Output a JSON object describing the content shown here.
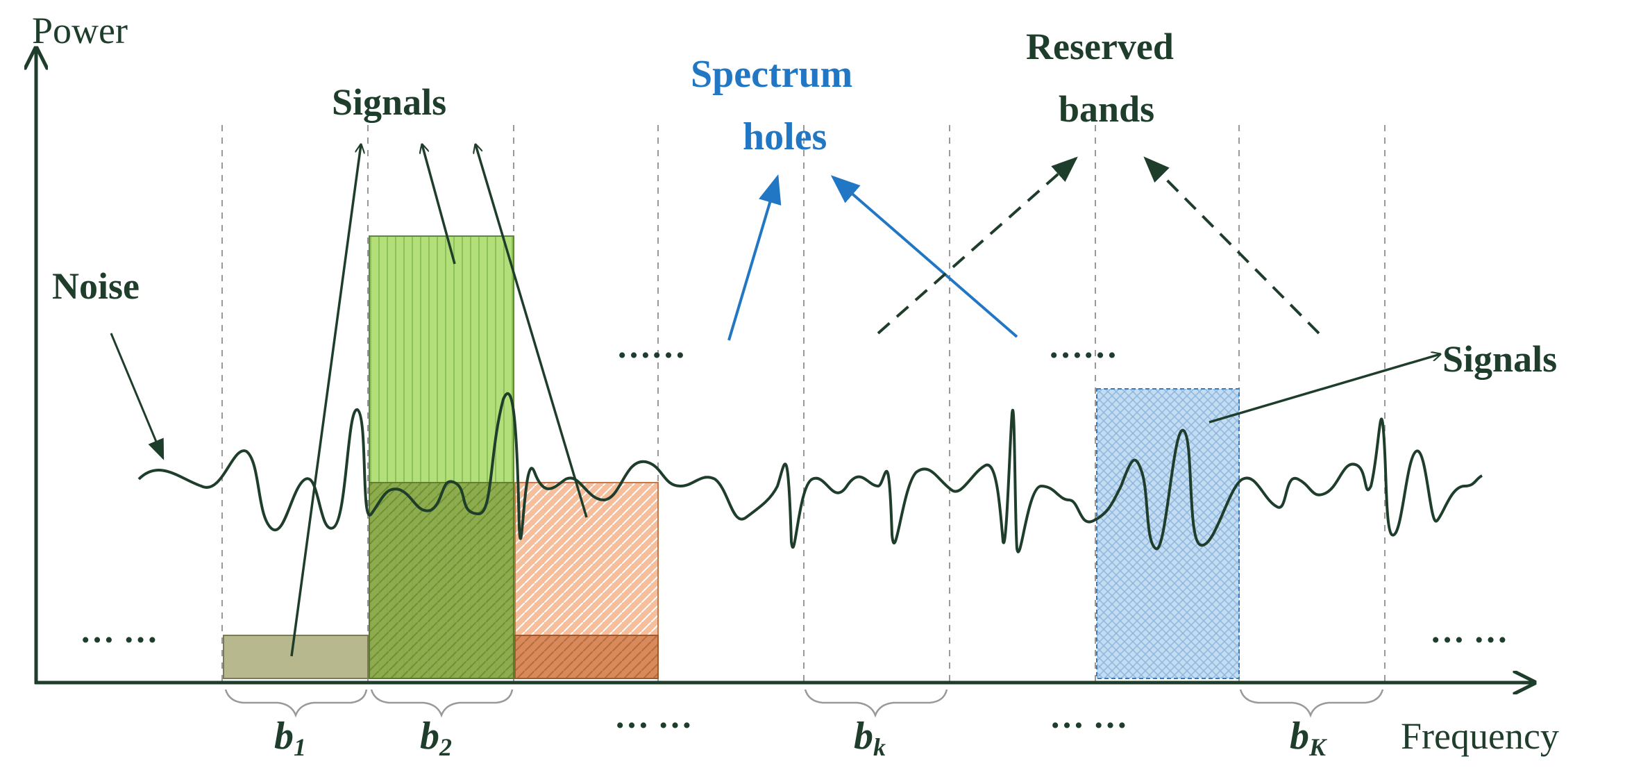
{
  "axes": {
    "y_label": "Power",
    "x_label": "Frequency"
  },
  "labels": {
    "noise": "Noise",
    "signals_top": "Signals",
    "spectrum_holes_line1": "Spectrum",
    "spectrum_holes_line2": "holes",
    "reserved_line1": "Reserved",
    "reserved_line2": "bands",
    "signals_right": "Signals"
  },
  "ellipses": {
    "left": "… …",
    "mid_upper": "……",
    "right_upper": "……",
    "mid_lower": "… …",
    "right_lower": "… …",
    "far_right": "… …"
  },
  "bands": [
    {
      "name": "b",
      "sub": "1"
    },
    {
      "name": "b",
      "sub": "2"
    },
    {
      "name": "b",
      "sub": "k"
    },
    {
      "name": "b",
      "sub": "K"
    }
  ],
  "colors": {
    "axis": "#1e3d2b",
    "text_dark": "#1e3d2b",
    "accent_blue": "#2277c4",
    "signal_olive": "#b6b78a",
    "signal_green": "#a6d66a",
    "signal_dark_olive": "#7a9a3c",
    "signal_orange": "#f4b089",
    "signal_blue": "#b8d6f0"
  }
}
